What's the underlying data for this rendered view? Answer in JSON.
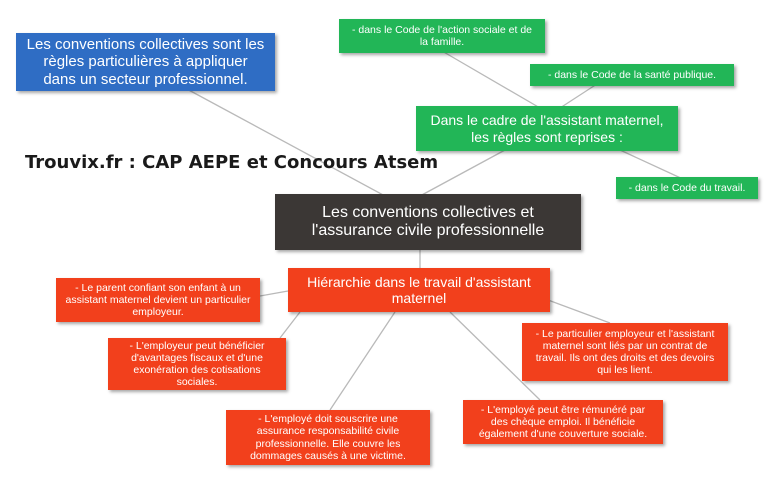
{
  "watermark": "Trouvix.fr : CAP AEPE et Concours Atsem",
  "center": "Les conventions collectives et l'assurance civile professionnelle",
  "definition": "Les conventions collectives sont les règles particulières à appliquer dans un secteur professionnel.",
  "assistant_rules": {
    "title": "Dans le cadre de l'assistant maternel, les règles sont reprises :",
    "items": [
      "- dans le Code de l'action sociale et de la famille.",
      "- dans le Code de la santé publique.",
      "- dans le Code du travail."
    ]
  },
  "hierarchy": {
    "title": "Hiérarchie dans le travail d'assistant maternel",
    "items": [
      "- Le parent confiant son enfant à un assistant maternel devient un particulier employeur.",
      "- L'employeur peut bénéficier d'avantages fiscaux et d'une exonération des cotisations sociales.",
      "- L'employé doit souscrire une assurance responsabilité civile professionnelle. Elle couvre les dommages causés à une victime.",
      "- L'employé peut être rémunéré par des chèque emploi. Il bénéficie également d'une couverture sociale.",
      "- Le particulier employeur et l'assistant maternel sont liés par un contrat de travail. Ils ont des droits et des devoirs qui les lient."
    ]
  },
  "colors": {
    "blue": "#2f6dc4",
    "dark": "#3b3735",
    "green": "#22b657",
    "orange": "#f2401c",
    "link": "#b9b9b9"
  }
}
